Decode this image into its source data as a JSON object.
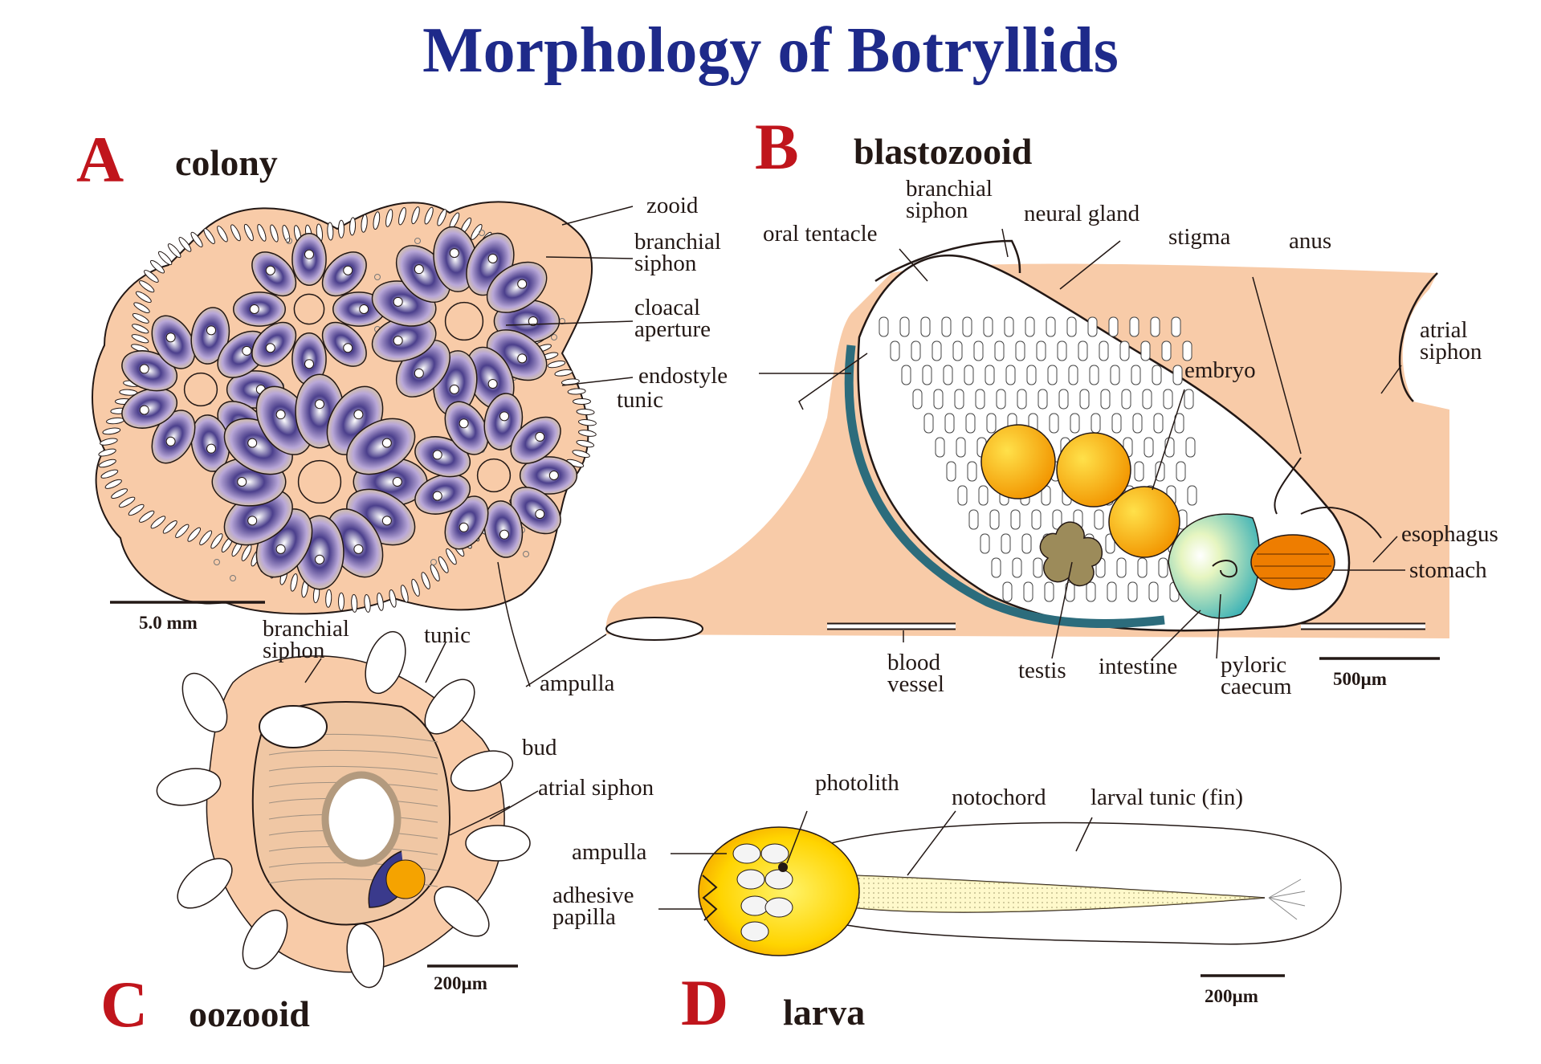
{
  "title": "Morphology of Botryllids",
  "colors": {
    "title": "#1e2a8a",
    "panel_letter": "#c0151c",
    "tunic": "#f8cba8",
    "zooid_yellow": "#ffe86a",
    "zooid_purple": "#4b3f8c",
    "endostyle": "#2c6c7c",
    "embryo": "#f4a400",
    "stomach": "#ee7d00",
    "testis": "#9c8b5a",
    "intestine": "#3fb3b6"
  },
  "panels": {
    "A": {
      "letter": "A",
      "name": "colony",
      "scale": "5.0 mm",
      "labels": {
        "zooid": "zooid",
        "branchial_siphon": "branchial\nsiphon",
        "cloacal_aperture": "cloacal\naperture",
        "endostyle": "endostyle",
        "tunic": "tunic",
        "ampulla": "ampulla"
      }
    },
    "B": {
      "letter": "B",
      "name": "blastozooid",
      "scale": "500µm",
      "labels": {
        "branchial_siphon": "branchial\nsiphon",
        "oral_tentacle": "oral tentacle",
        "neural_gland": "neural gland",
        "stigma": "stigma",
        "anus": "anus",
        "atrial_siphon": "atrial\nsiphon",
        "embryo": "embryo",
        "esophagus": "esophagus",
        "stomach": "stomach",
        "blood_vessel": "blood\nvessel",
        "testis": "testis",
        "intestine": "intestine",
        "pyloric_caecum": "pyloric\ncaecum"
      }
    },
    "C": {
      "letter": "C",
      "name": "oozooid",
      "scale": "200µm",
      "labels": {
        "branchial_siphon": "branchial\nsiphon",
        "tunic": "tunic",
        "bud": "bud",
        "atrial_siphon": "atrial siphon"
      }
    },
    "D": {
      "letter": "D",
      "name": "larva",
      "scale": "200µm",
      "labels": {
        "photolith": "photolith",
        "notochord": "notochord",
        "larval_tunic": "larval tunic (fin)",
        "ampulla": "ampulla",
        "adhesive_papilla": "adhesive\npapilla"
      }
    }
  }
}
